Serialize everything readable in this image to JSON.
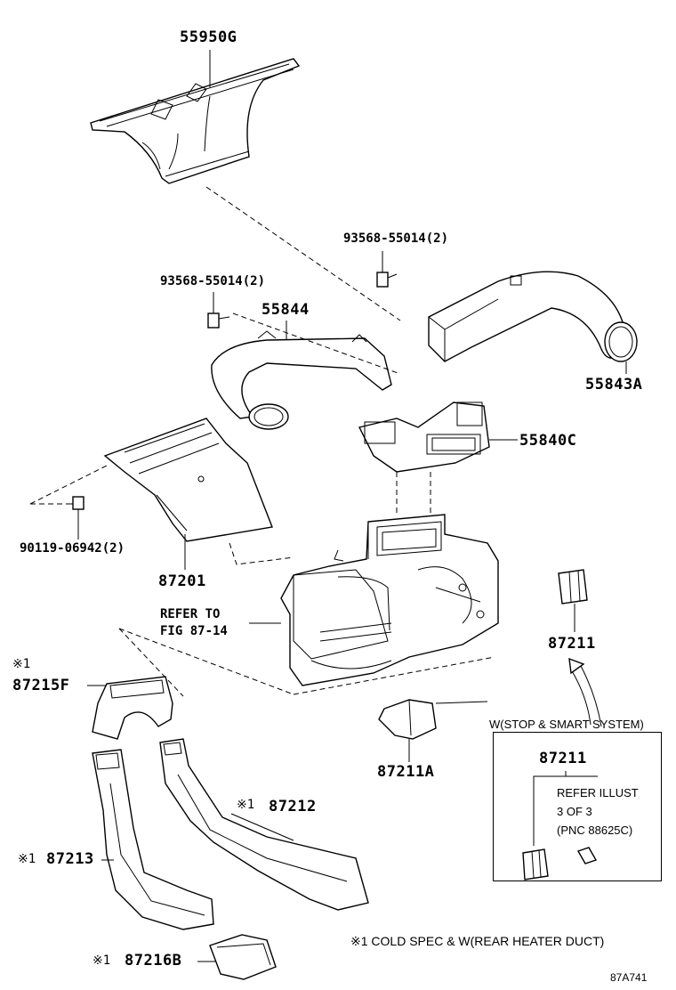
{
  "labels": {
    "p55950G": "55950G",
    "p93568_right": "93568-55014(2)",
    "p93568_left": "93568-55014(2)",
    "p55844": "55844",
    "p55843A": "55843A",
    "p55840C": "55840C",
    "p90119": "90119-06942(2)",
    "p87201": "87201",
    "refer1": "REFER TO",
    "refer2": "FIG 87-14",
    "p87211": "87211",
    "mark_87215F": "※1",
    "p87215F": "87215F",
    "p87211A": "87211A",
    "p87212_mark": "※1",
    "p87212": "87212",
    "p87213_mark": "※1",
    "p87213": "87213",
    "p87216B_mark": "※1",
    "p87216B": "87216B"
  },
  "inset": {
    "title": "W(STOP & SMART SYSTEM)",
    "part": "87211",
    "note1": "REFER ILLUST",
    "note2": "3 OF 3",
    "note3": "(PNC 88625C)"
  },
  "footnote": "※1 COLD SPEC & W(REAR HEATER DUCT)",
  "figure_code": "87A741"
}
